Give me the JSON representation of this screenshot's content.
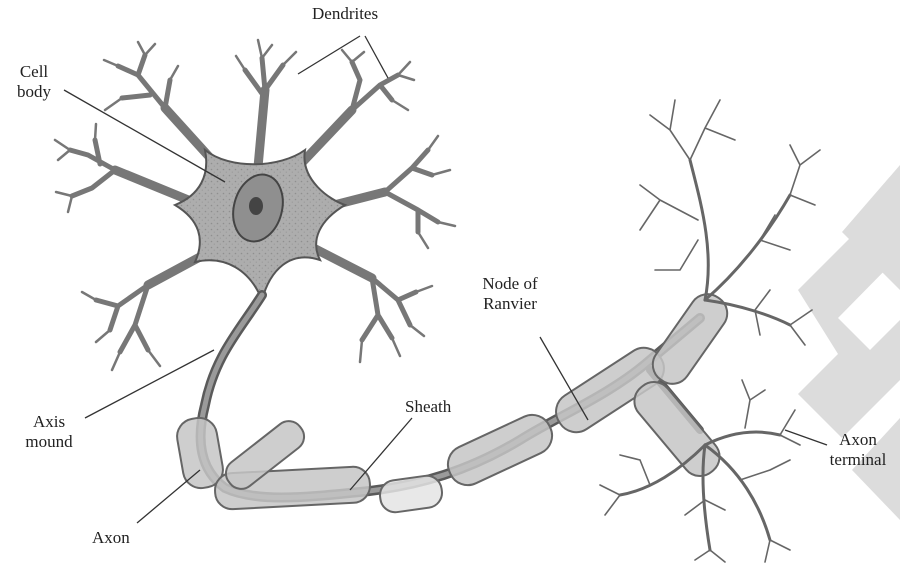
{
  "diagram": {
    "labels": {
      "dendrites": "Dendrites",
      "cell_body_1": "Cell",
      "cell_body_2": "body",
      "node_1": "Node of",
      "node_2": "Ranvier",
      "sheath": "Sheath",
      "axis_mound_1": "Axis",
      "axis_mound_2": "mound",
      "axon": "Axon",
      "axon_terminal_1": "Axon",
      "axon_terminal_2": "terminal"
    },
    "colors": {
      "cell_fill": "#a9a9a9",
      "cell_stroke": "#4d4d4d",
      "nucleus_fill": "#8a8a8a",
      "sheath_fill": "#c6c6c6",
      "leader_line": "#333333",
      "watermark": "#dcdcdc"
    }
  }
}
